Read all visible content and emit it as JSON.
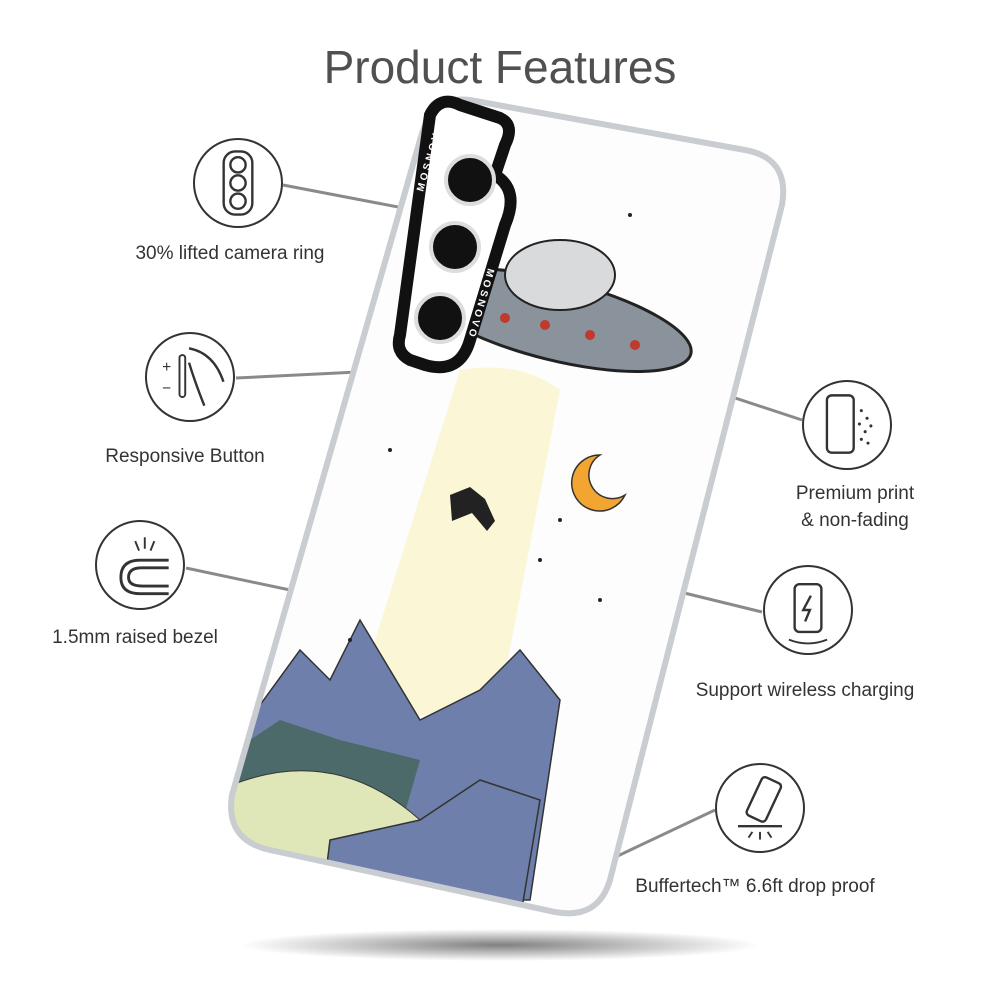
{
  "title": "Product Features",
  "brand": "MOSNOVO",
  "features_left": [
    {
      "label": "30% lifted camera ring",
      "icon": "camera-ring-icon"
    },
    {
      "label": "Responsive Button",
      "icon": "side-button-icon"
    },
    {
      "label": "1.5mm raised bezel",
      "icon": "raised-bezel-icon"
    }
  ],
  "features_right": [
    {
      "label_line1": "Premium print",
      "label_line2": "& non-fading",
      "icon": "phone-print-icon"
    },
    {
      "label": "Support wireless charging",
      "icon": "wireless-charging-icon"
    },
    {
      "label": "Buffertech™ 6.6ft drop proof",
      "icon": "drop-proof-icon"
    }
  ],
  "colors": {
    "title": "#505050",
    "mountain": "#6f7fab",
    "field": "#dfe6b8",
    "beam": "#fbf6d6",
    "moon": "#f3a531",
    "ufo": "#8a929c"
  }
}
